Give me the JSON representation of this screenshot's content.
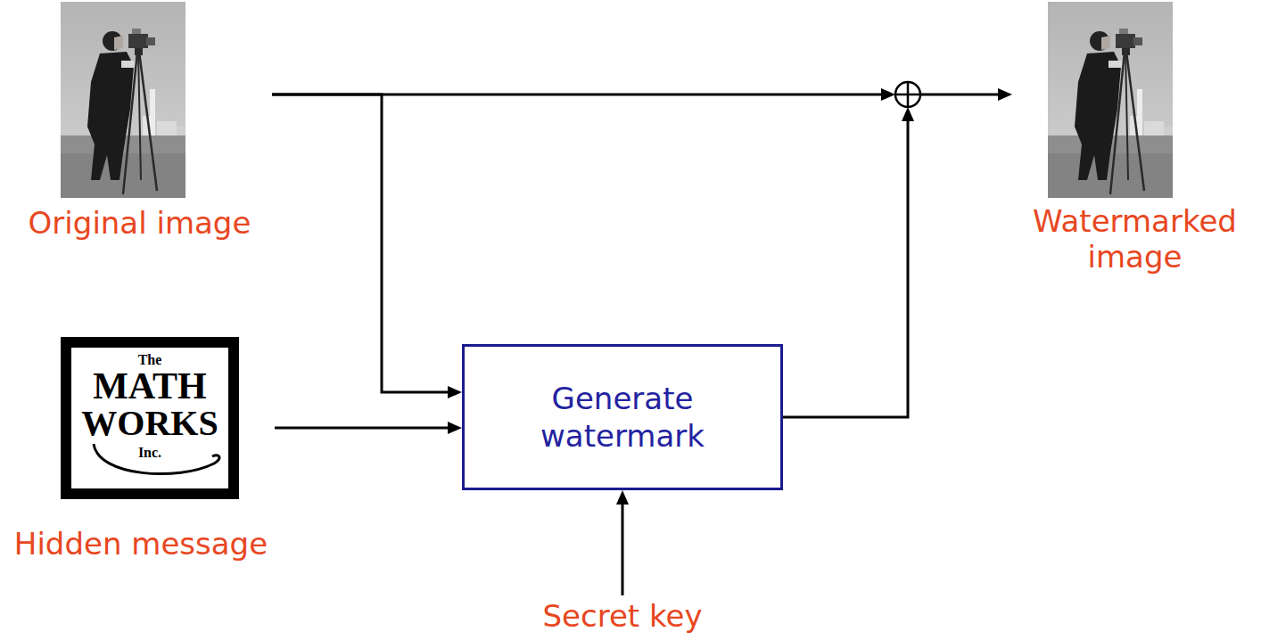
{
  "diagram": {
    "nodes": [
      {
        "text": [
          "Original image"
        ]
      },
      {
        "text": [
          "Watermarked image"
        ]
      },
      {
        "text": [
          "Hidden message"
        ]
      },
      {
        "text": [
          "Generate watermark"
        ]
      },
      {
        "text": [
          "Secret key"
        ]
      }
    ],
    "edges": [
      {
        "from": 0,
        "to": 1,
        "arrow": "to"
      },
      {
        "from": 0,
        "to": 3,
        "arrow": "to"
      },
      {
        "from": 2,
        "to": 3,
        "arrow": "to"
      },
      {
        "from": 4,
        "to": 3,
        "arrow": "to"
      },
      {
        "from": 3,
        "to": 1,
        "arrow": "to"
      }
    ],
    "labels": [
      "The",
      "MATH",
      "WORKS",
      "Inc."
    ]
  }
}
